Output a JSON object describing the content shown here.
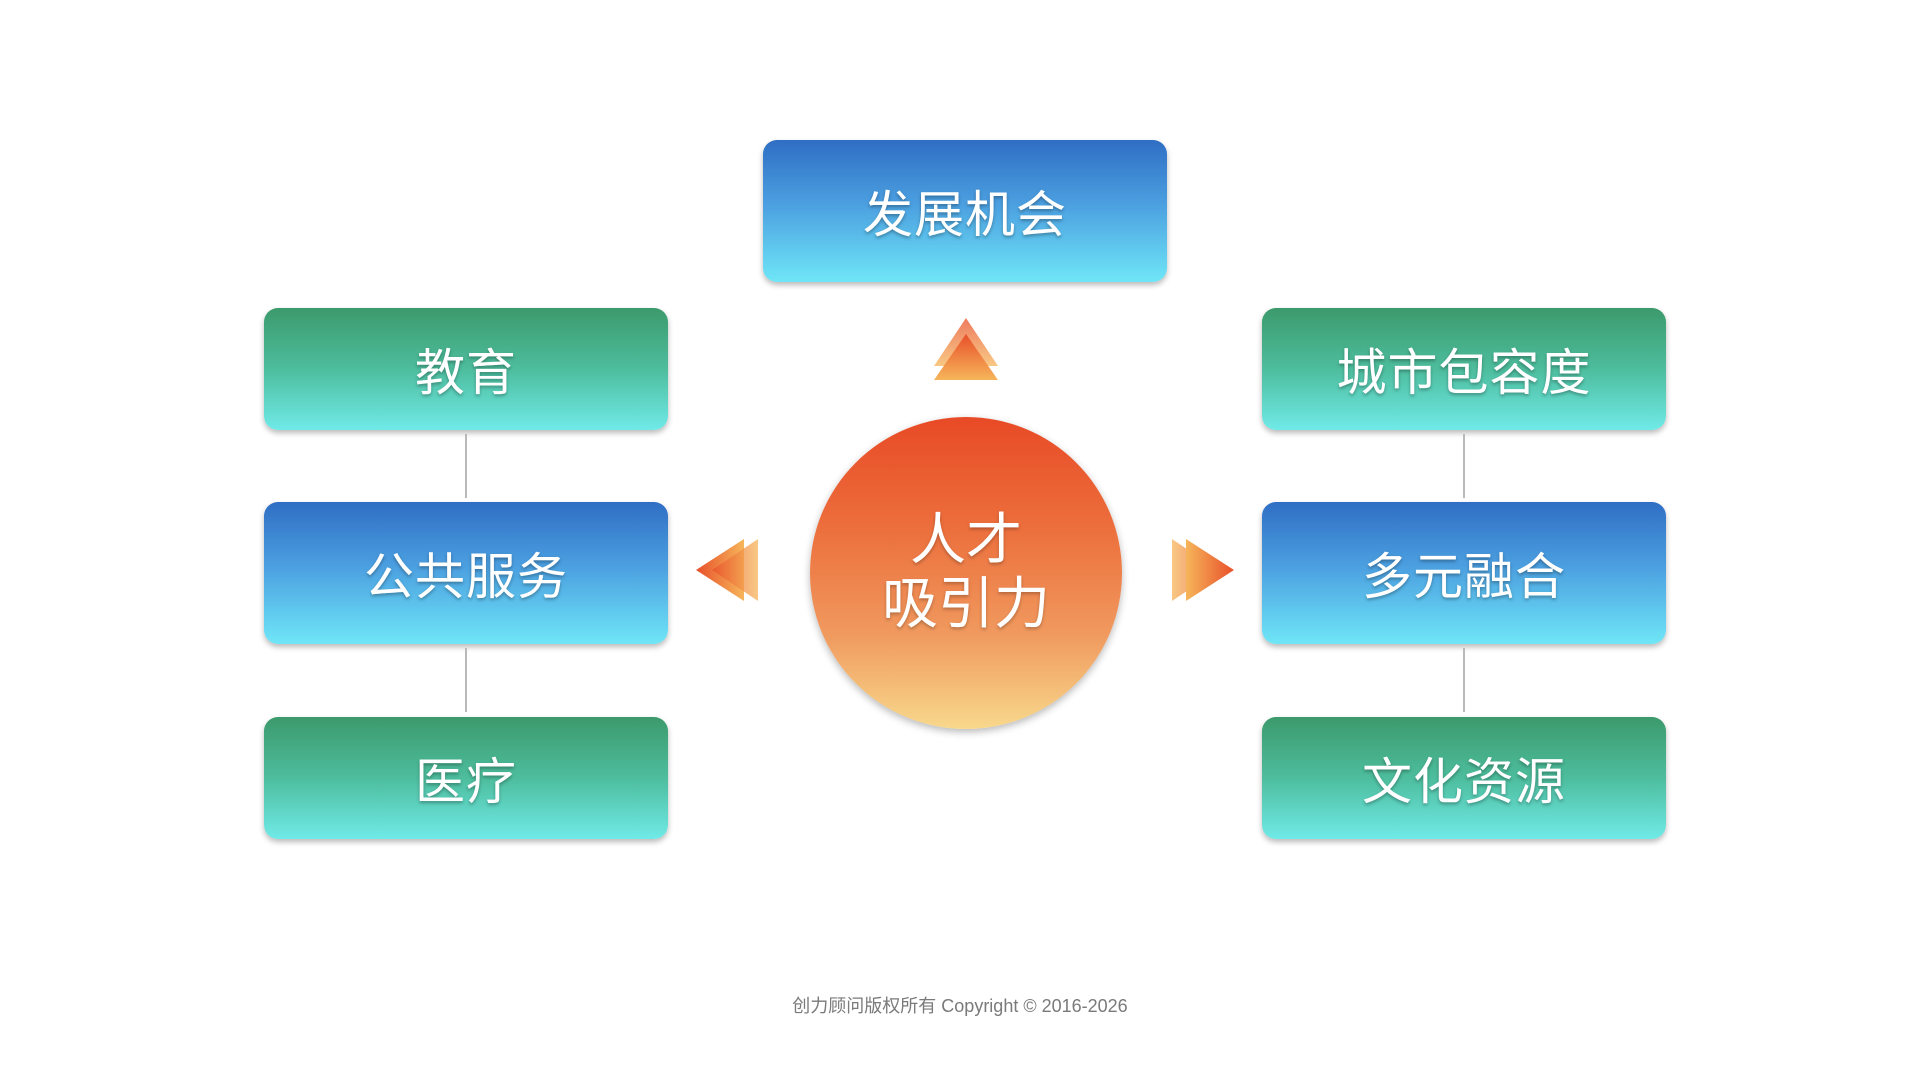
{
  "diagram": {
    "center": {
      "line1": "人才",
      "line2": "吸引力"
    },
    "top": {
      "label": "发展机会"
    },
    "left": {
      "top_label": "教育",
      "middle_label": "公共服务",
      "bottom_label": "医疗"
    },
    "right": {
      "top_label": "城市包容度",
      "middle_label": "多元融合",
      "bottom_label": "文化资源"
    }
  },
  "footer": {
    "copyright": "创力顾问版权所有 Copyright © 2016-2026"
  },
  "colors": {
    "blue_box_top": "#2f6ec4",
    "blue_box_bottom": "#6fe6f7",
    "green_box_top": "#3c9a6c",
    "green_box_bottom": "#70eae8",
    "center_top": "#e84a26",
    "center_bottom": "#f8d88c",
    "arrow_dark": "#e8502a",
    "arrow_light": "#f6b55a",
    "connector": "#b9b9b9"
  }
}
